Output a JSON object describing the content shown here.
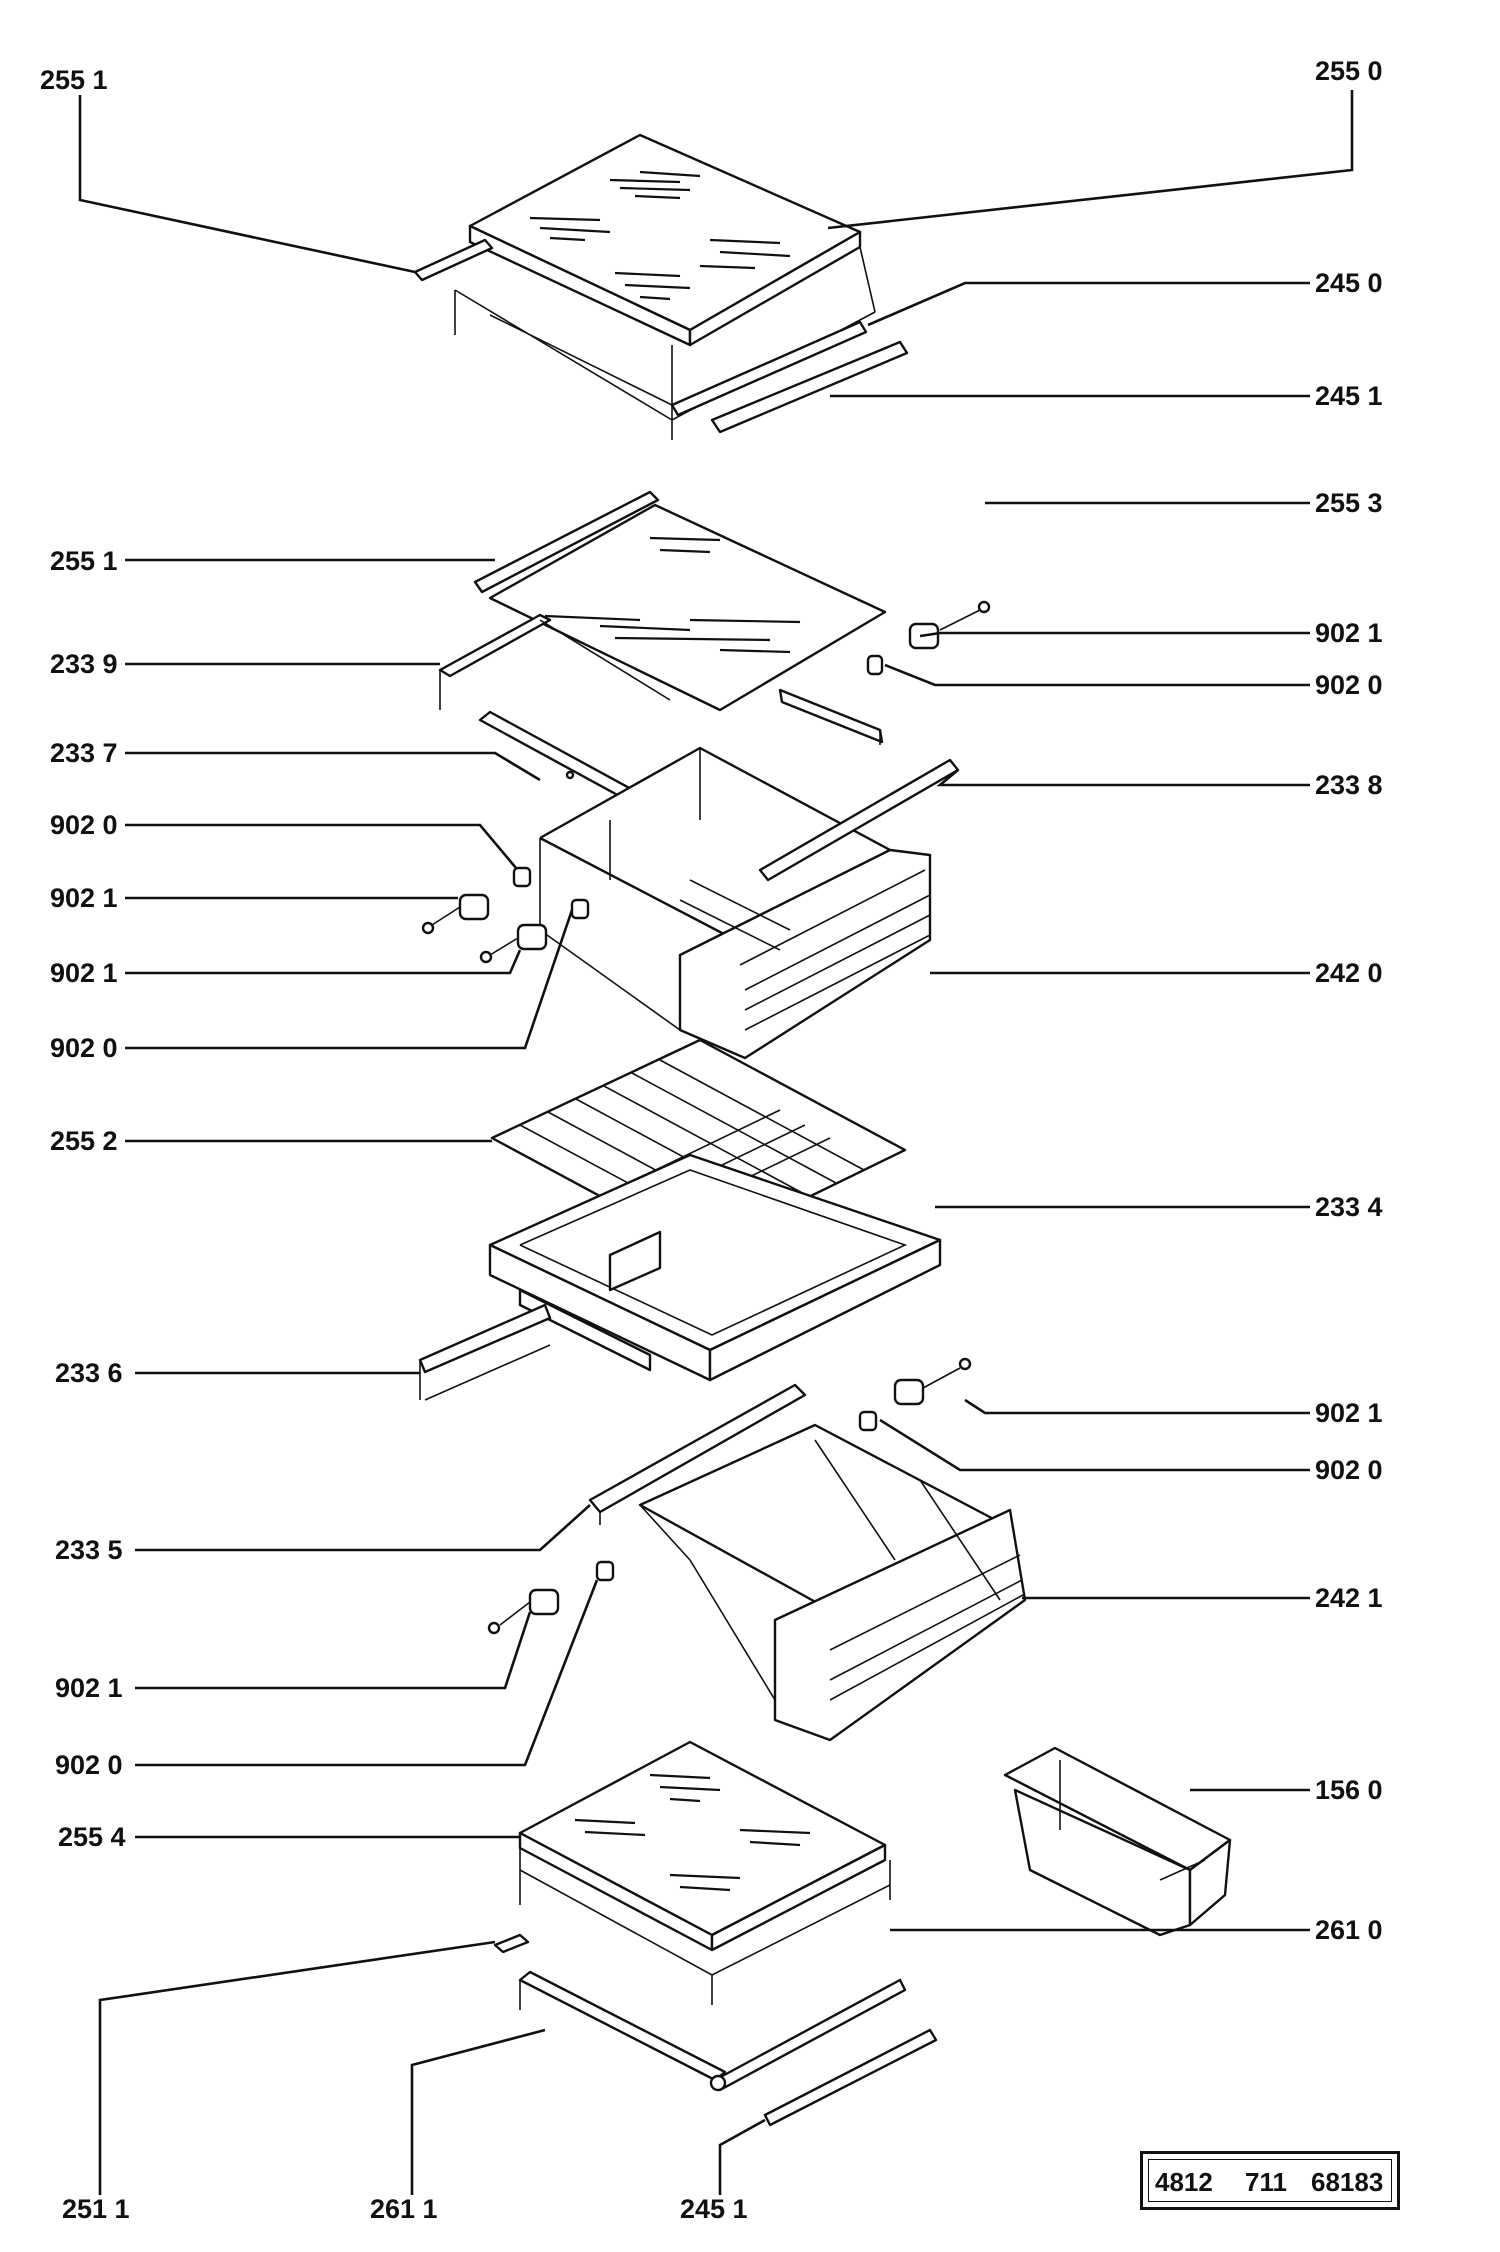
{
  "callouts": {
    "c2551_top": "255 1",
    "c2550": "255 0",
    "c2450": "245 0",
    "c2451_top": "245 1",
    "c2551_mid": "255 1",
    "c2553": "255 3",
    "c2339": "233 9",
    "c9021_a": "902 1",
    "c9020_a": "902 0",
    "c2337": "233 7",
    "c2338": "233 8",
    "c9020_b": "902 0",
    "c9021_b": "902 1",
    "c9021_c": "902 1",
    "c2420": "242 0",
    "c9020_c": "902 0",
    "c2552": "255 2",
    "c2334": "233 4",
    "c2336": "233 6",
    "c9021_d": "902 1",
    "c9020_d": "902 0",
    "c2335": "233 5",
    "c2421": "242 1",
    "c9021_e": "902 1",
    "c9020_e": "902 0",
    "c1560": "156 0",
    "c2554": "255 4",
    "c2610": "261 0",
    "c2511": "251 1",
    "c2611": "261 1",
    "c2451_bot": "245 1"
  },
  "document_number": {
    "part1": "4812",
    "part2": "711",
    "part3": "68183"
  }
}
